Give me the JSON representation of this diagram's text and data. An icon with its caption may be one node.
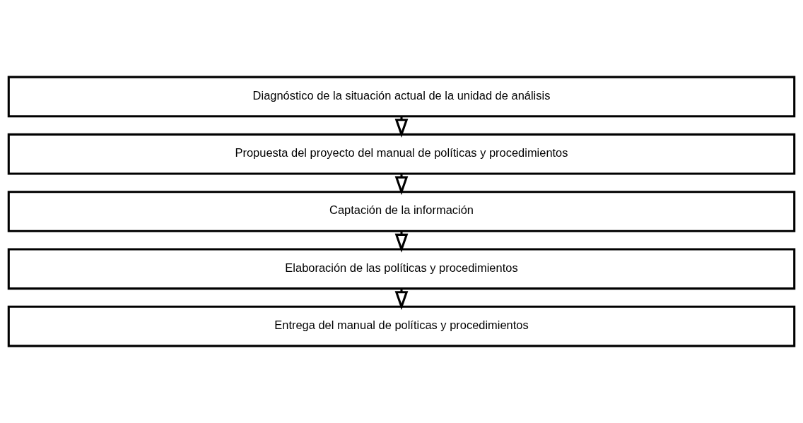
{
  "diagram": {
    "nodes": [
      {
        "text": [
          "Diagnóstico de la situación actual de la unidad de análisis"
        ]
      },
      {
        "text": [
          "Propuesta del proyecto del manual de políticas y procedimientos"
        ]
      },
      {
        "text": [
          "Captación de la información"
        ]
      },
      {
        "text": [
          "Elaboración de las políticas y procedimientos"
        ]
      },
      {
        "text": [
          "Entrega del manual de políticas y procedimientos"
        ]
      }
    ],
    "edges": [
      {
        "from": 0,
        "to": 1,
        "arrow": "to"
      },
      {
        "from": 1,
        "to": 2,
        "arrow": "to"
      },
      {
        "from": 2,
        "to": 3,
        "arrow": "to"
      },
      {
        "from": 3,
        "to": 4,
        "arrow": "to"
      }
    ]
  }
}
